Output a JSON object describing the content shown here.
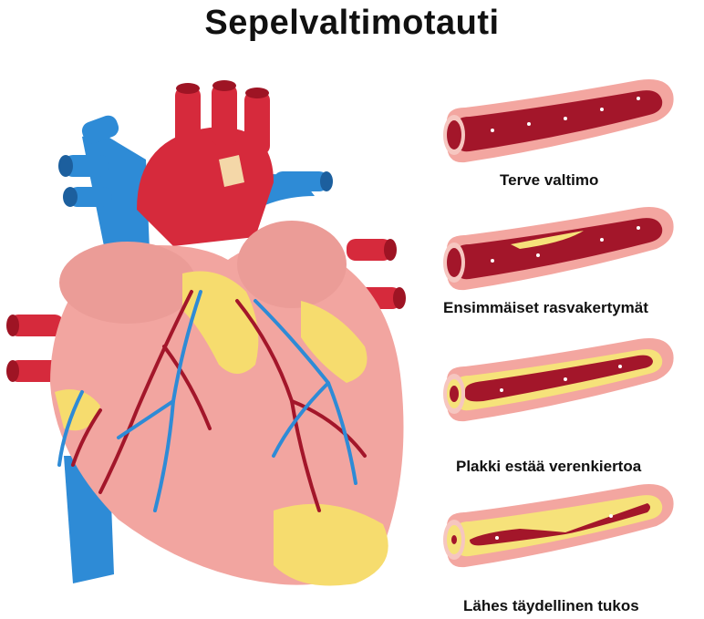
{
  "title": "Sepelvaltimotauti",
  "stages": [
    {
      "label": "Terve valtimo",
      "plaque": 0
    },
    {
      "label": "Ensimmäiset rasvakertymät",
      "plaque": 0.3
    },
    {
      "label": "Plakki estää verenkiertoa",
      "plaque": 0.55
    },
    {
      "label": "Lähes täydellinen tukos",
      "plaque": 0.85
    }
  ],
  "colors": {
    "artery_wall": "#f3a6a0",
    "artery_inner": "#a3162a",
    "blood_cells": "#c8283c",
    "plaque": "#f6e27a",
    "vein_blue": "#2e8bd6",
    "aorta_red": "#d62a3c",
    "heart_muscle": "#f2a5a0",
    "fat": "#f6dc6e"
  }
}
